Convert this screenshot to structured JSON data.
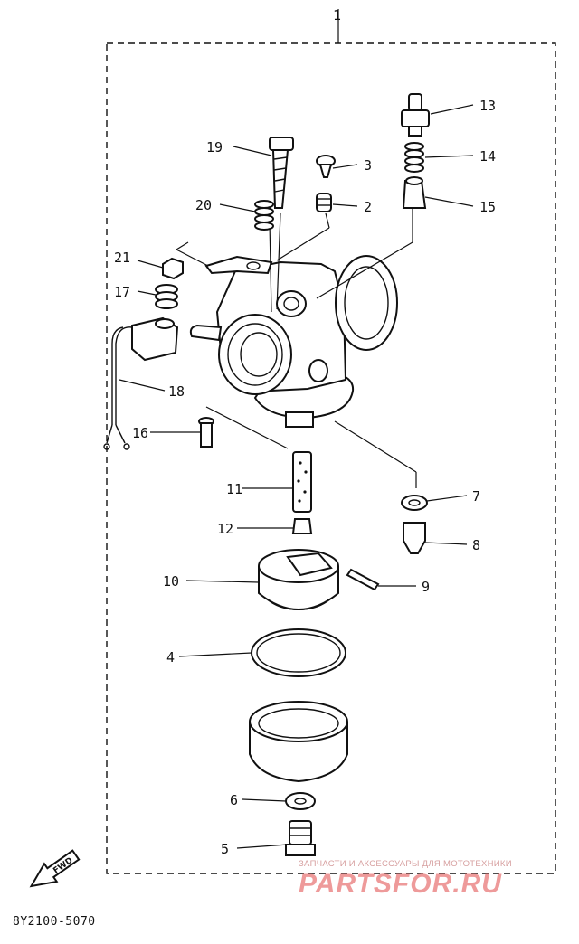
{
  "diagram": {
    "figure_code": "8Y2100-5070",
    "direction_label": "FWD",
    "section_number": "1",
    "watermark": {
      "caption": "ЗАПЧАСТИ И АКСЕССУАРЫ ДЛЯ МОТОТЕХНИКИ",
      "brand": "PARTSFOR.RU"
    },
    "callouts": [
      "1",
      "2",
      "3",
      "4",
      "5",
      "6",
      "7",
      "8",
      "9",
      "10",
      "11",
      "12",
      "13",
      "14",
      "15",
      "16",
      "17",
      "18",
      "19",
      "20",
      "21"
    ],
    "colors": {
      "line": "#111111",
      "watermark": "#ee9a9a"
    }
  }
}
